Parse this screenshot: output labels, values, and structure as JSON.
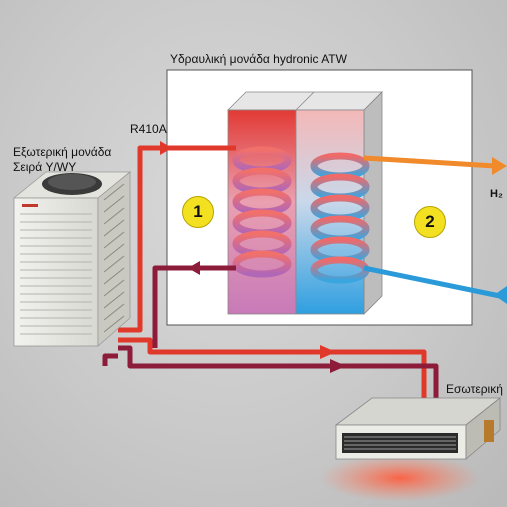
{
  "labels": {
    "hydronic_unit": "Υδραυλική μονάδα hydronic ATW",
    "outdoor_unit_line1": "Εξωτερική μονάδα",
    "outdoor_unit_line2": "Σειρά Y/WY",
    "refrigerant": "R410A",
    "water": "H₂",
    "indoor_unit": "Εσωτερική"
  },
  "badges": {
    "one": "1",
    "two": "2"
  },
  "colors": {
    "refrigerant_hot": "#e0392b",
    "refrigerant_return": "#8c1c3a",
    "water_hot": "#f08a2a",
    "water_cold": "#2a9ad8",
    "badge": "#f2e021"
  }
}
